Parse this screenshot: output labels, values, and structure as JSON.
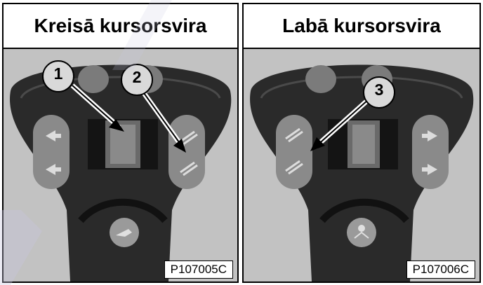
{
  "left_panel": {
    "title": "Kreisā kursorsvira",
    "figure_code": "P107005C",
    "callouts": [
      "1",
      "2"
    ]
  },
  "right_panel": {
    "title": "Labā kursorsvira",
    "figure_code": "P107006C",
    "callouts": [
      "3"
    ]
  },
  "colors": {
    "photo_background": "#bdbdbd",
    "joystick_body": "#2b2b2b",
    "button_gray": "#7a7a7a",
    "callout_fill": "#d9d9d9",
    "stripe": "#c8c6e0"
  },
  "icons": [
    "joystick-handle",
    "rocker-switch",
    "round-button",
    "arrow-glyph"
  ]
}
